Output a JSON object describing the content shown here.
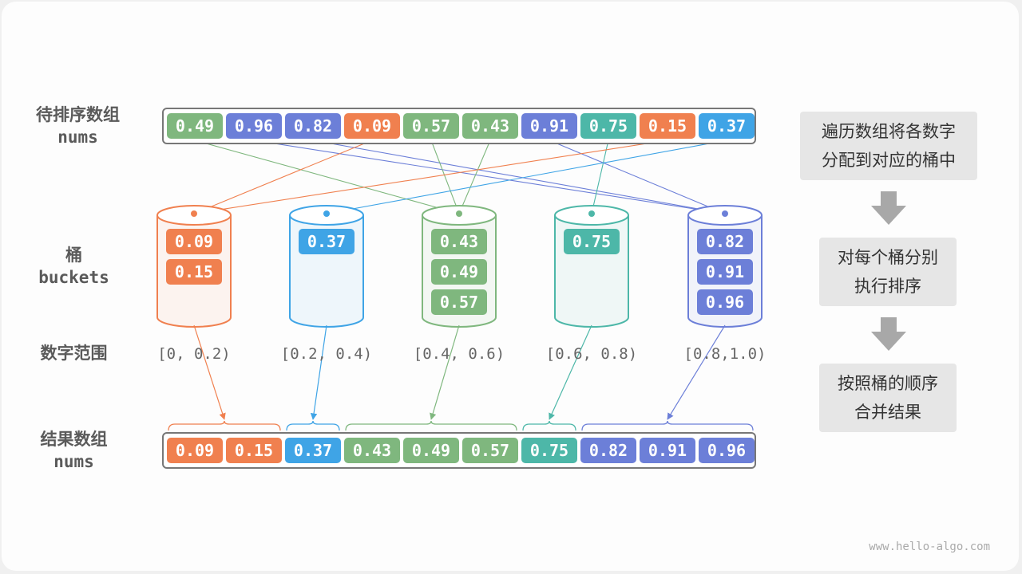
{
  "labels": {
    "input_cn": "待排序数组",
    "input_en": "nums",
    "bucket_cn": "桶",
    "bucket_en": "buckets",
    "range_cn": "数字范围",
    "output_cn": "结果数组",
    "output_en": "nums"
  },
  "steps": [
    {
      "line1": "遍历数组将各数字",
      "line2": "分配到对应的桶中"
    },
    {
      "line1": "对每个桶分别",
      "line2": "执行排序"
    },
    {
      "line1": "按照桶的顺序",
      "line2": "合并结果"
    }
  ],
  "watermark": "www.hello-algo.com",
  "colors": {
    "orange": "#f0804f",
    "blue": "#3fa4e6",
    "green": "#7fb77e",
    "teal": "#4db7a8",
    "purple": "#6c7fd8",
    "frame": "#777777",
    "label": "#5a5a5a"
  },
  "input": [
    {
      "v": "0.49",
      "b": 2
    },
    {
      "v": "0.96",
      "b": 4
    },
    {
      "v": "0.82",
      "b": 4
    },
    {
      "v": "0.09",
      "b": 0
    },
    {
      "v": "0.57",
      "b": 2
    },
    {
      "v": "0.43",
      "b": 2
    },
    {
      "v": "0.91",
      "b": 4
    },
    {
      "v": "0.75",
      "b": 3
    },
    {
      "v": "0.15",
      "b": 0
    },
    {
      "v": "0.37",
      "b": 1
    }
  ],
  "buckets": [
    {
      "range": "[0, 0.2)",
      "color": "orange",
      "items": [
        "0.09",
        "0.15"
      ]
    },
    {
      "range": "[0.2, 0.4)",
      "color": "blue",
      "items": [
        "0.37"
      ]
    },
    {
      "range": "[0.4, 0.6)",
      "color": "green",
      "items": [
        "0.43",
        "0.49",
        "0.57"
      ]
    },
    {
      "range": "[0.6, 0.8)",
      "color": "teal",
      "items": [
        "0.75"
      ]
    },
    {
      "range": "[0.8,1.0)",
      "color": "purple",
      "items": [
        "0.82",
        "0.91",
        "0.96"
      ]
    }
  ],
  "output": [
    {
      "v": "0.09",
      "b": 0
    },
    {
      "v": "0.15",
      "b": 0
    },
    {
      "v": "0.37",
      "b": 1
    },
    {
      "v": "0.43",
      "b": 2
    },
    {
      "v": "0.49",
      "b": 2
    },
    {
      "v": "0.57",
      "b": 2
    },
    {
      "v": "0.75",
      "b": 3
    },
    {
      "v": "0.82",
      "b": 4
    },
    {
      "v": "0.91",
      "b": 4
    },
    {
      "v": "0.96",
      "b": 4
    }
  ]
}
